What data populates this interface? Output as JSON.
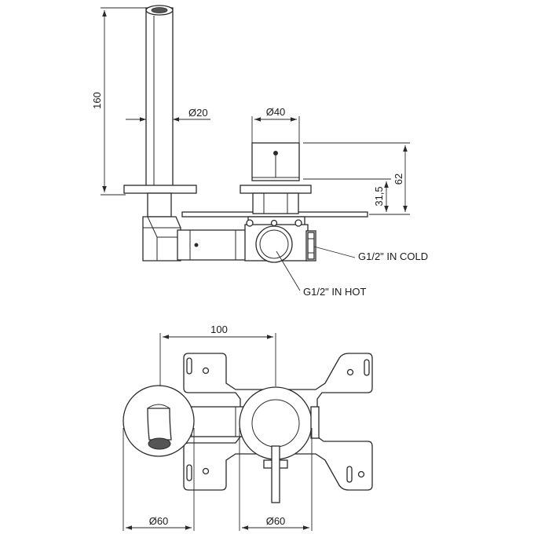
{
  "side_view": {
    "dim_spout_height": "160",
    "dim_spout_diameter": "Ø20",
    "dim_mixer_diameter": "Ø40",
    "dim_mixer_height": "62",
    "dim_mixer_offset": "31,5",
    "label_cold_inlet": "G1/2\" IN COLD",
    "label_hot_inlet": "G1/2\" IN HOT"
  },
  "top_view": {
    "dim_center_distance": "100",
    "dim_spout_plate": "Ø60",
    "dim_mixer_plate": "Ø60"
  }
}
